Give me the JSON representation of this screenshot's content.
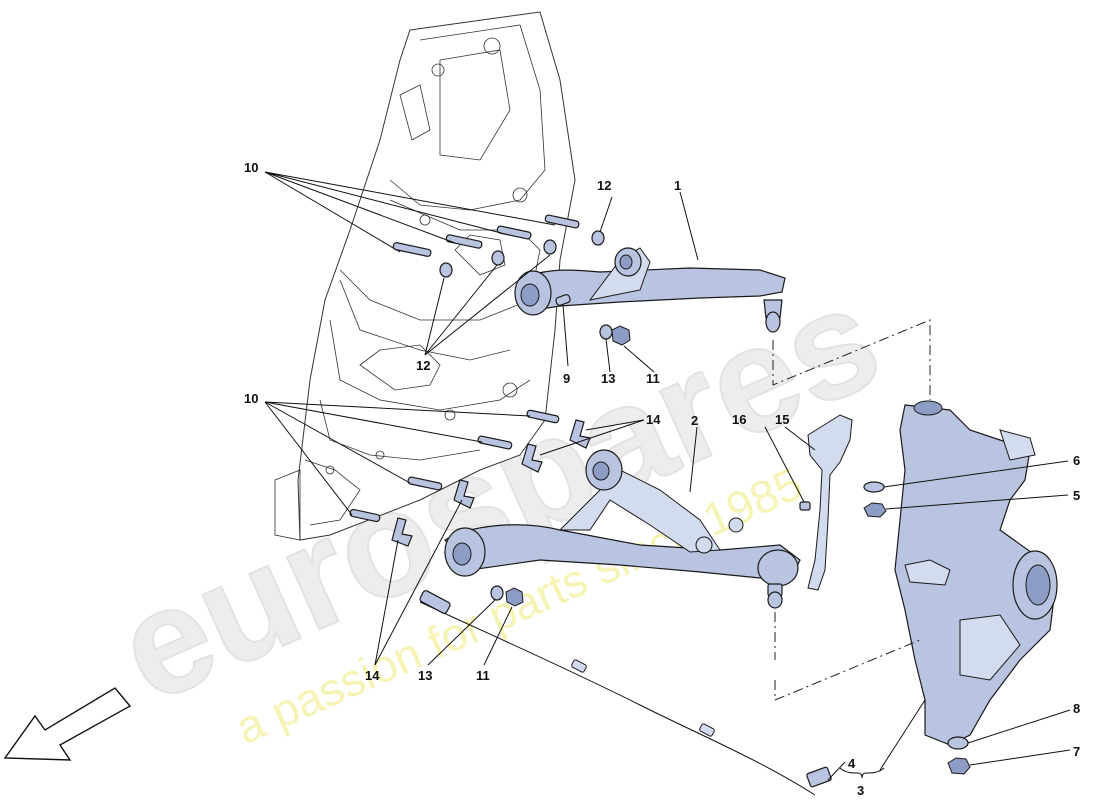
{
  "watermark": {
    "brand": "eurospares",
    "tagline": "a passion for parts since 1985"
  },
  "callouts": [
    {
      "id": "c1",
      "label": "1"
    },
    {
      "id": "c2",
      "label": "2"
    },
    {
      "id": "c3",
      "label": "3"
    },
    {
      "id": "c4",
      "label": "4"
    },
    {
      "id": "c5",
      "label": "5"
    },
    {
      "id": "c6",
      "label": "6"
    },
    {
      "id": "c7",
      "label": "7"
    },
    {
      "id": "c8",
      "label": "8"
    },
    {
      "id": "c9",
      "label": "9"
    },
    {
      "id": "c10a",
      "label": "10"
    },
    {
      "id": "c10b",
      "label": "10"
    },
    {
      "id": "c11a",
      "label": "11"
    },
    {
      "id": "c11b",
      "label": "11"
    },
    {
      "id": "c12a",
      "label": "12"
    },
    {
      "id": "c12b",
      "label": "12"
    },
    {
      "id": "c13a",
      "label": "13"
    },
    {
      "id": "c13b",
      "label": "13"
    },
    {
      "id": "c14a",
      "label": "14"
    },
    {
      "id": "c14b",
      "label": "14"
    },
    {
      "id": "c15",
      "label": "15"
    },
    {
      "id": "c16",
      "label": "16"
    }
  ],
  "colors": {
    "part_fill": "#b8c4e0",
    "watermark": "#e9e9e9",
    "tagline": "#f3f0a8"
  }
}
